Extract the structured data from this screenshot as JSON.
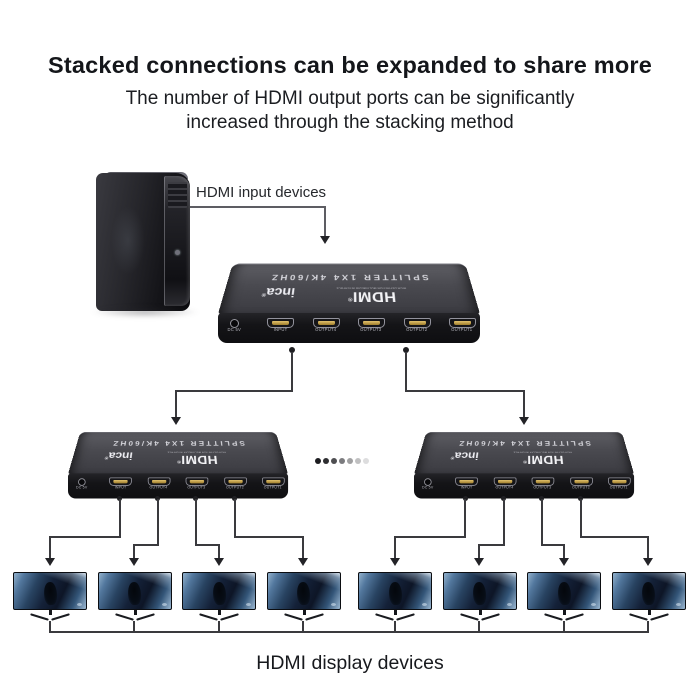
{
  "header": {
    "title": "Stacked connections can be expanded to share more",
    "subtitle_line1": "The number of HDMI output ports can be significantly",
    "subtitle_line2": "increased through the stacking method"
  },
  "annotations": {
    "input_label": "HDMI input devices",
    "output_label": "HDMI display devices"
  },
  "splitter": {
    "model": "SPLITTER 1X4 4K/60HZ",
    "hdmi_logo": "HDMI",
    "hdmi_reg": "®",
    "hdmi_caption": "HIGH-DEFINITION MULTIMEDIA INTERFACE",
    "inca_logo": "inca",
    "inca_reg": "®",
    "ports": {
      "dc": "DC 5V",
      "input": "INPUT",
      "output4": "OUTPUT4",
      "output3": "OUTPUT3",
      "output2": "OUTPUT2",
      "output1": "OUTPUT1"
    }
  },
  "diagram": {
    "splitter_count": 3,
    "monitor_count": 8,
    "icons": {
      "ellipsis": "more-splitters-dots",
      "flow_arrow": "arrow-down"
    }
  },
  "colors": {
    "background": "#ffffff",
    "text": "#14161a",
    "line": "#3a3a3e",
    "device_top": "#4a4a50",
    "device_front": "#141417",
    "hdmi_port_gold": "#c9a24b",
    "screen_navy": "#142138",
    "screen_ice": "#9db9d3"
  }
}
